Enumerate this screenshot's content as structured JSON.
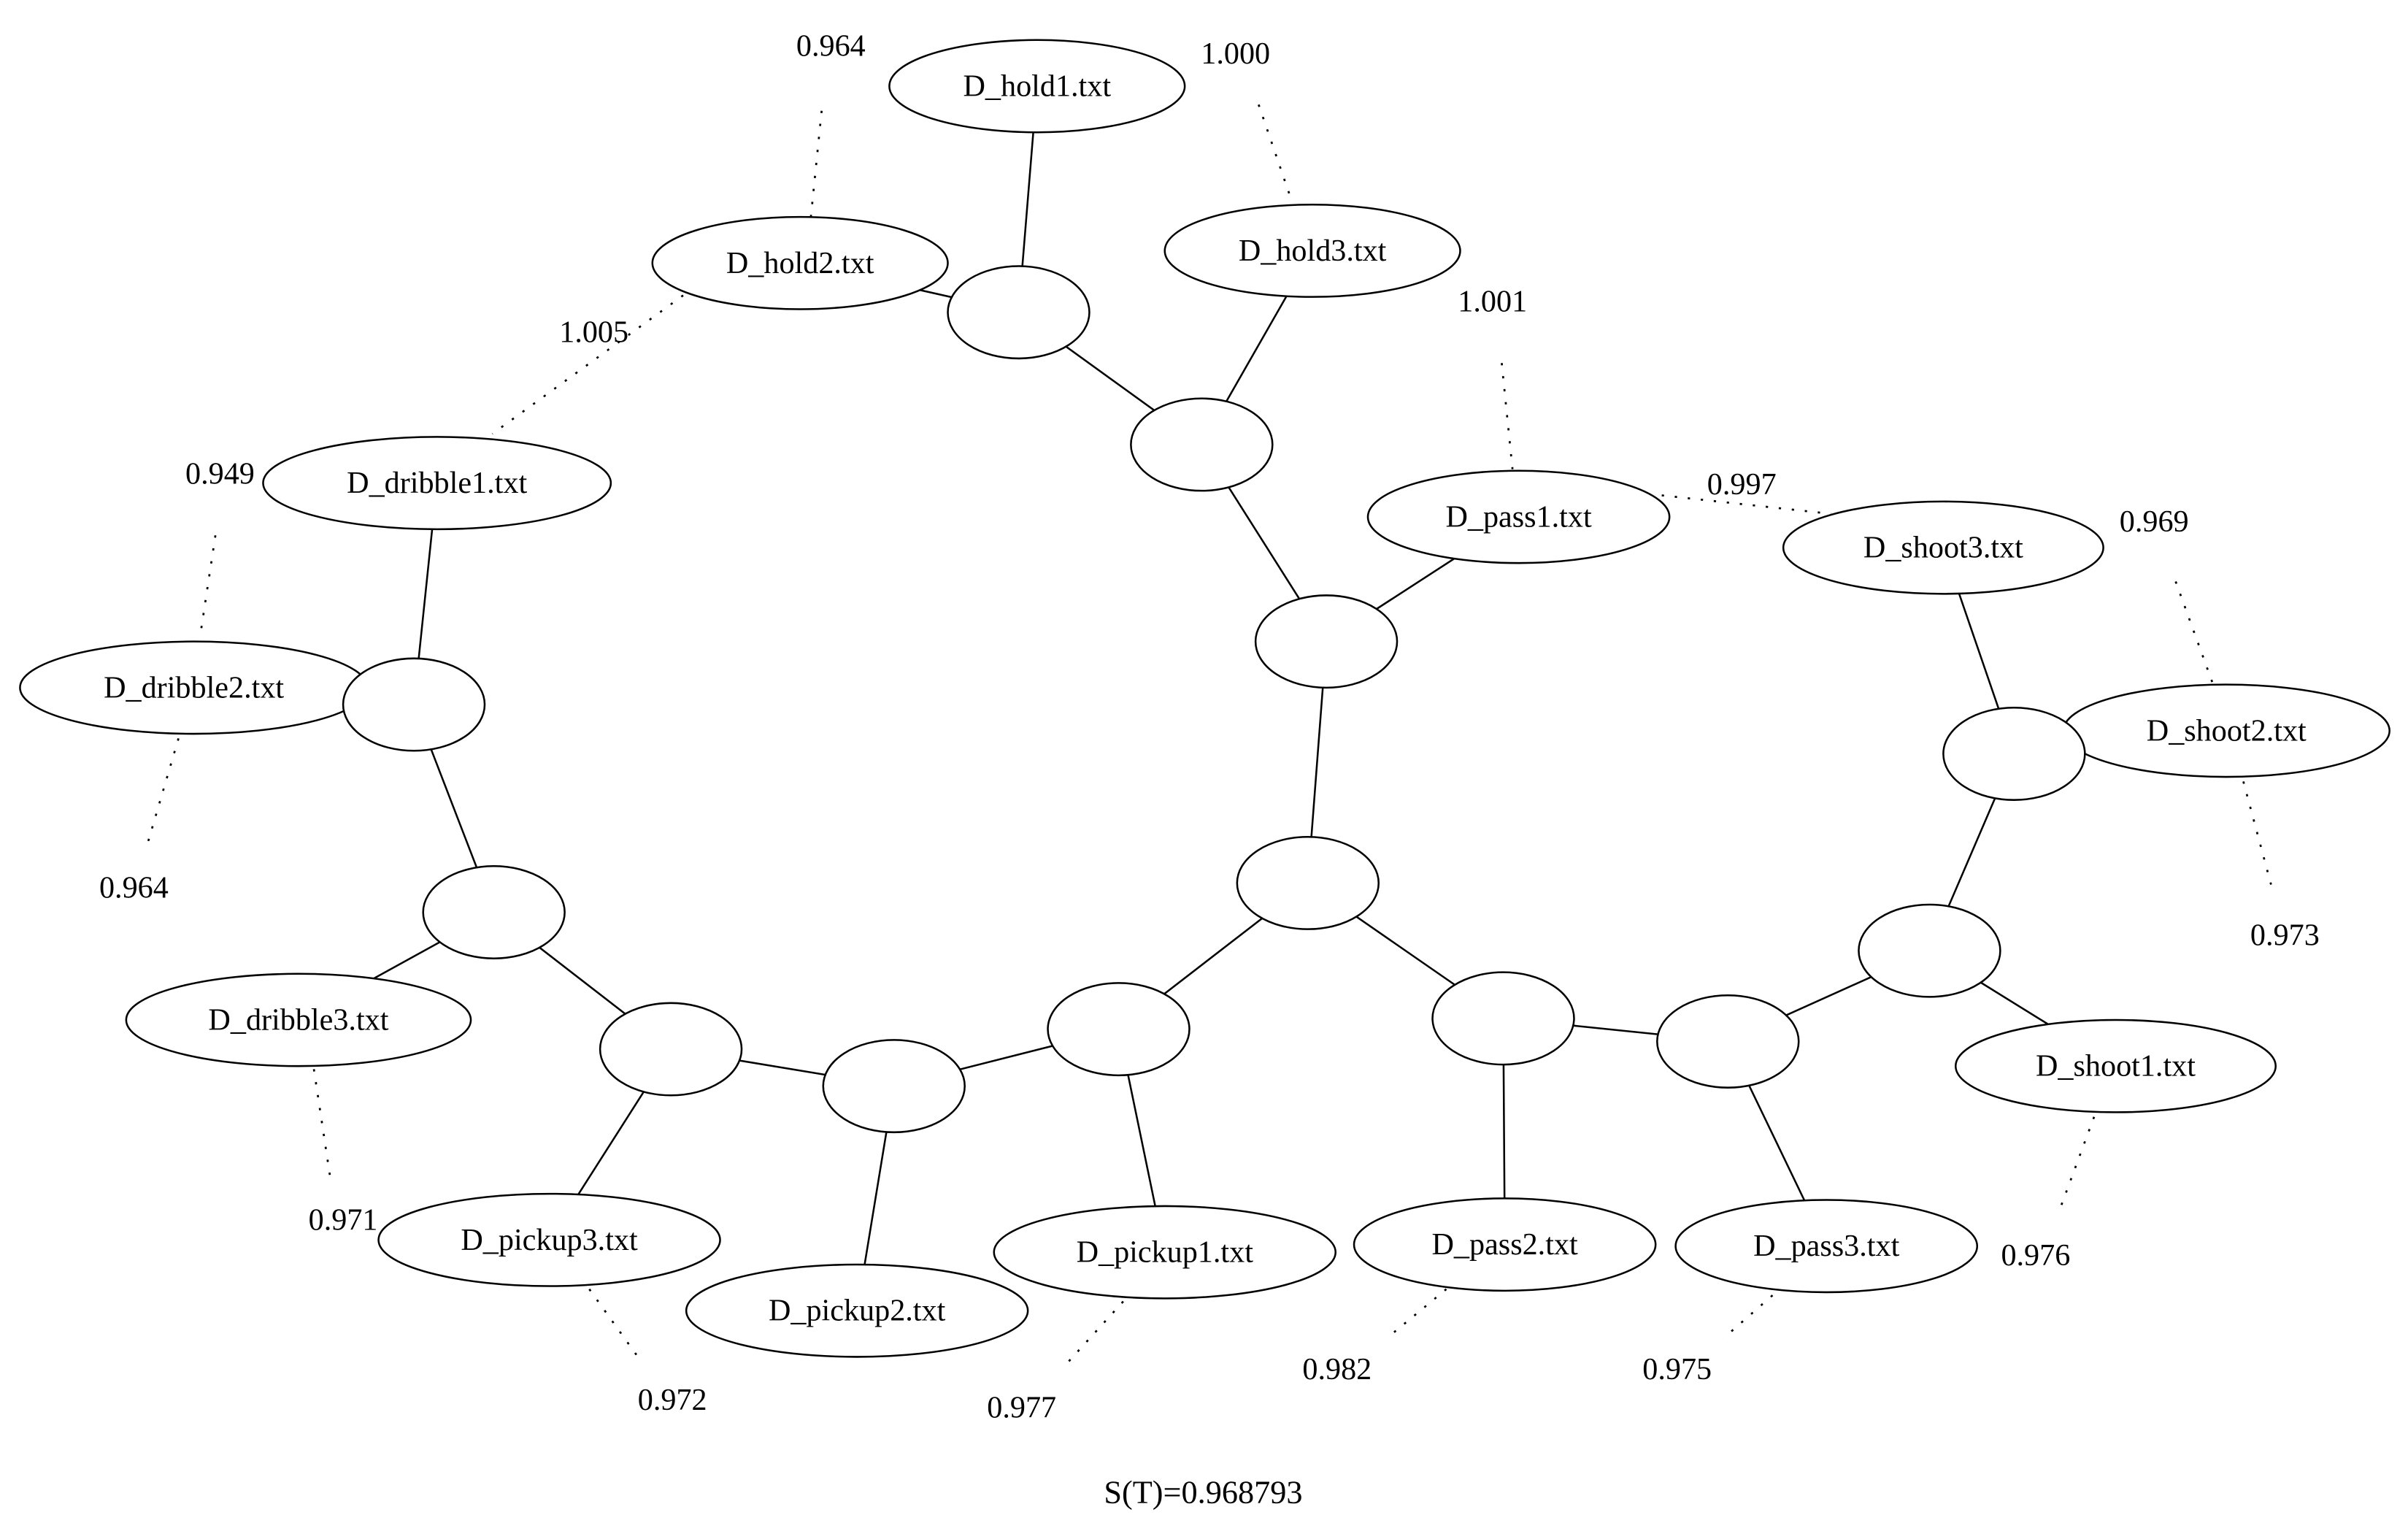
{
  "diagram": {
    "type": "quartet-tree",
    "footer": "S(T)=0.968793",
    "leaves": [
      {
        "id": "hold1",
        "label": "D_hold1.txt"
      },
      {
        "id": "hold2",
        "label": "D_hold2.txt"
      },
      {
        "id": "hold3",
        "label": "D_hold3.txt"
      },
      {
        "id": "pass1",
        "label": "D_pass1.txt"
      },
      {
        "id": "pass2",
        "label": "D_pass2.txt"
      },
      {
        "id": "pass3",
        "label": "D_pass3.txt"
      },
      {
        "id": "shoot1",
        "label": "D_shoot1.txt"
      },
      {
        "id": "shoot2",
        "label": "D_shoot2.txt"
      },
      {
        "id": "shoot3",
        "label": "D_shoot3.txt"
      },
      {
        "id": "dribble1",
        "label": "D_dribble1.txt"
      },
      {
        "id": "dribble2",
        "label": "D_dribble2.txt"
      },
      {
        "id": "dribble3",
        "label": "D_dribble3.txt"
      },
      {
        "id": "pickup1",
        "label": "D_pickup1.txt"
      },
      {
        "id": "pickup2",
        "label": "D_pickup2.txt"
      },
      {
        "id": "pickup3",
        "label": "D_pickup3.txt"
      }
    ],
    "internal_nodes": [
      "n1",
      "n2",
      "n3",
      "n4",
      "n5",
      "n6",
      "n7",
      "n8",
      "n9",
      "n10",
      "n11",
      "n12",
      "n13"
    ],
    "edges": [
      [
        "hold1",
        "n1"
      ],
      [
        "hold2",
        "n1"
      ],
      [
        "n1",
        "n2"
      ],
      [
        "hold3",
        "n2"
      ],
      [
        "n2",
        "n3"
      ],
      [
        "pass1",
        "n3"
      ],
      [
        "n3",
        "n4"
      ],
      [
        "n4",
        "n5"
      ],
      [
        "n5",
        "n6"
      ],
      [
        "n6",
        "n7"
      ],
      [
        "n7",
        "n8"
      ],
      [
        "n8",
        "n9"
      ],
      [
        "n9",
        "n10"
      ],
      [
        "n10",
        "n11"
      ],
      [
        "n11",
        "dribble3"
      ],
      [
        "n11",
        "dribble2"
      ],
      [
        "n10",
        "dribble1"
      ],
      [
        "n9",
        "pickup3"
      ],
      [
        "n8",
        "pickup2"
      ],
      [
        "n7",
        "pickup1"
      ],
      [
        "n4",
        "n12"
      ],
      [
        "n12",
        "pass2"
      ],
      [
        "n12",
        "n13"
      ],
      [
        "n13",
        "pass3"
      ],
      [
        "n13",
        "n14"
      ],
      [
        "n14",
        "shoot1"
      ],
      [
        "n14",
        "n15"
      ],
      [
        "n15",
        "shoot3"
      ],
      [
        "n15",
        "shoot2"
      ]
    ],
    "scores": [
      {
        "between": [
          "hold2",
          "hold1"
        ],
        "value": "0.964"
      },
      {
        "between": [
          "hold1",
          "hold3"
        ],
        "value": "1.000"
      },
      {
        "between": [
          "hold3",
          "pass1"
        ],
        "value": "1.001"
      },
      {
        "between": [
          "pass1",
          "shoot3"
        ],
        "value": "0.997"
      },
      {
        "between": [
          "shoot3",
          "shoot2"
        ],
        "value": "0.969"
      },
      {
        "between": [
          "shoot2",
          "shoot1"
        ],
        "value": "0.973"
      },
      {
        "between": [
          "shoot1",
          "pass3"
        ],
        "value": "0.976"
      },
      {
        "between": [
          "pass3",
          "pass2"
        ],
        "value": "0.975"
      },
      {
        "between": [
          "pass2",
          "pickup1"
        ],
        "value": "0.982"
      },
      {
        "between": [
          "pickup1",
          "pickup2"
        ],
        "value": "0.977"
      },
      {
        "between": [
          "pickup2",
          "pickup3"
        ],
        "value": "0.972"
      },
      {
        "between": [
          "pickup3",
          "dribble3"
        ],
        "value": "0.971"
      },
      {
        "between": [
          "dribble3",
          "dribble2"
        ],
        "value": "0.964"
      },
      {
        "between": [
          "dribble2",
          "dribble1"
        ],
        "value": "0.949"
      },
      {
        "between": [
          "dribble1",
          "hold2"
        ],
        "value": "1.005"
      }
    ]
  }
}
